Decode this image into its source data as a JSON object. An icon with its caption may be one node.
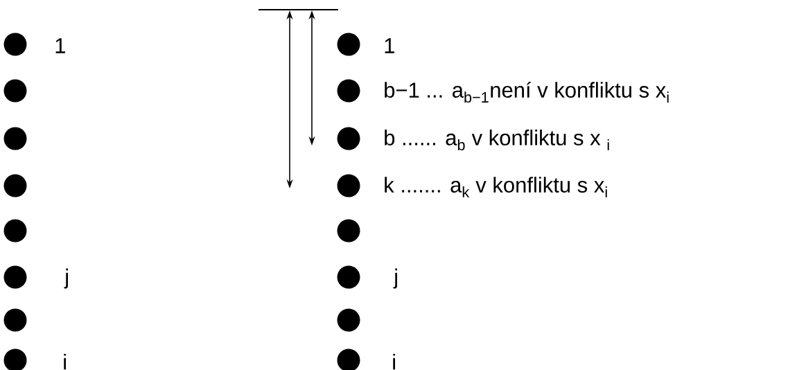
{
  "diagram": {
    "nodes": [
      {
        "text": [],
        "shape": "circle",
        "beside": [
          "1"
        ]
      },
      {
        "text": [],
        "shape": "circle"
      },
      {
        "text": [],
        "shape": "circle"
      },
      {
        "text": [],
        "shape": "circle"
      },
      {
        "text": [],
        "shape": "circle"
      },
      {
        "text": [],
        "shape": "circle",
        "beside": [
          "j"
        ]
      },
      {
        "text": [],
        "shape": "circle"
      },
      {
        "text": [],
        "shape": "circle",
        "beside": [
          "i"
        ]
      },
      {
        "text": [],
        "shape": "circle",
        "beside": [
          "1"
        ]
      },
      {
        "text": [],
        "shape": "circle",
        "beside": [
          "b−1 ... a$_{b−1}$není v konfliktu s x$_{i}$"
        ]
      },
      {
        "text": [],
        "shape": "circle",
        "beside": [
          "b ...... a$_{b}$ v konfliktu s x $_{i}$"
        ]
      },
      {
        "text": [],
        "shape": "circle",
        "beside": [
          "k ....... a$_{k}$ v konfliktu s x$_{i}$"
        ]
      },
      {
        "text": [],
        "shape": "circle"
      },
      {
        "text": [],
        "shape": "circle",
        "beside": [
          "j"
        ]
      },
      {
        "text": [],
        "shape": "circle"
      },
      {
        "text": [],
        "shape": "circle",
        "beside": [
          "i"
        ]
      }
    ]
  }
}
